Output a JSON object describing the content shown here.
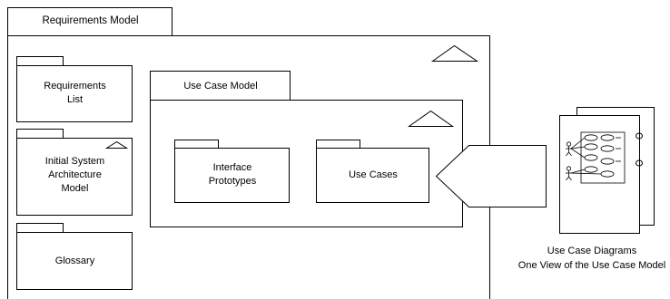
{
  "requirements_model": {
    "title": "Requirements Model",
    "packages": [
      {
        "label": "Requirements\nList"
      },
      {
        "label": "Initial System\nArchitecture\nModel"
      },
      {
        "label": "Glossary"
      }
    ],
    "use_case_model": {
      "title": "Use Case Model",
      "packages": [
        {
          "label": "Interface\nPrototypes"
        },
        {
          "label": "Use Cases"
        }
      ]
    }
  },
  "use_case_diagrams": {
    "caption_line1": "Use Case Diagrams",
    "caption_line2": "One View of the Use Case Model"
  }
}
